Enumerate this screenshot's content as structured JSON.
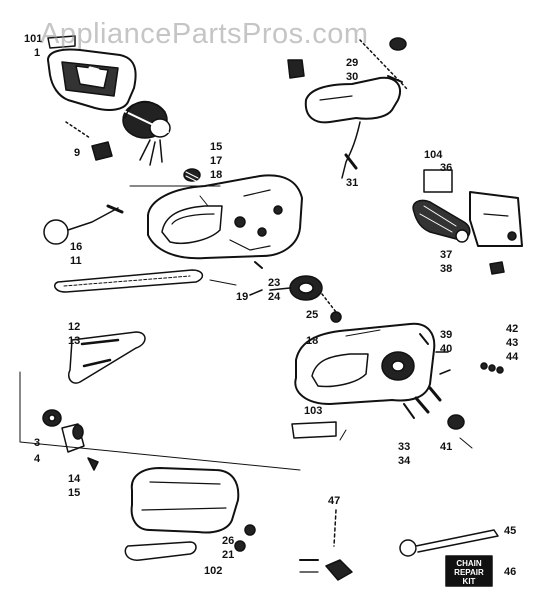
{
  "watermark": "AppliancePartsPros.com",
  "kit_box": [
    "CHAIN",
    "REPAIR",
    "KIT"
  ],
  "labels": [
    "101",
    "1",
    "9",
    "15",
    "17",
    "18",
    "16",
    "11",
    "12",
    "13",
    "19",
    "23",
    "24",
    "25",
    "29",
    "30",
    "31",
    "104",
    "36",
    "37",
    "38",
    "39",
    "40",
    "42",
    "43",
    "44",
    "103",
    "33",
    "34",
    "41",
    "3",
    "4",
    "14",
    "15",
    "47",
    "45",
    "46",
    "26",
    "21",
    "102",
    "18"
  ]
}
